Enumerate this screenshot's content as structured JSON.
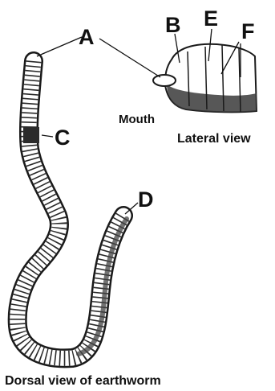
{
  "labels": {
    "A": "A",
    "B": "B",
    "C": "C",
    "D": "D",
    "E": "E",
    "F": "F",
    "mouth": "Mouth"
  },
  "captions": {
    "lateral": "Lateral view",
    "dorsal": "Dorsal view of earthworm"
  }
}
